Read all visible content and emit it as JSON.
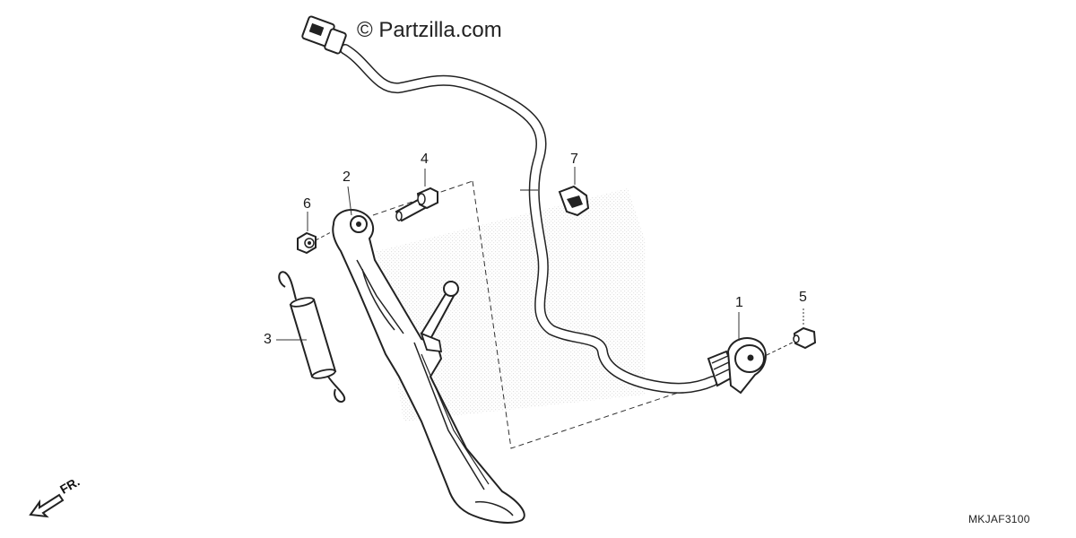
{
  "watermark": {
    "copyright": "© Partzilla.com"
  },
  "callouts": {
    "c1": "1",
    "c2": "2",
    "c3": "3",
    "c4": "4",
    "c5": "5",
    "c6": "6",
    "c7": "7"
  },
  "direction_label": "FR.",
  "diagram_code": "MKJAF3100",
  "parts": [
    {
      "ref": "1",
      "name": "side-stand-switch"
    },
    {
      "ref": "2",
      "name": "side-stand"
    },
    {
      "ref": "3",
      "name": "side-stand-spring"
    },
    {
      "ref": "4",
      "name": "pivot-bolt"
    },
    {
      "ref": "5",
      "name": "switch-bolt"
    },
    {
      "ref": "6",
      "name": "lock-nut"
    },
    {
      "ref": "7",
      "name": "harness-clip"
    }
  ]
}
